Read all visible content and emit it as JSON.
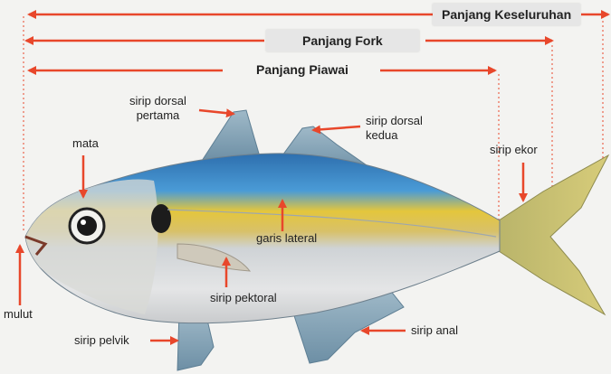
{
  "measurements": {
    "total_length": "Panjang Keseluruhan",
    "fork_length": "Panjang Fork",
    "standard_length": "Panjang Piawai"
  },
  "parts": {
    "first_dorsal_fin": "sirip dorsal\npertama",
    "second_dorsal_fin": "sirip dorsal\nkedua",
    "eye": "mata",
    "caudal_fin": "sirip ekor",
    "lateral_line": "garis lateral",
    "mouth": "mulut",
    "pectoral_fin": "sirip pektoral",
    "anal_fin": "sirip anal",
    "pelvic_fin": "sirip pelvik"
  },
  "colors": {
    "arrow": "#e8472b",
    "fish_back": "#3b86c4",
    "fish_stripe": "#e2c53a",
    "fish_belly": "#d9dadb"
  }
}
